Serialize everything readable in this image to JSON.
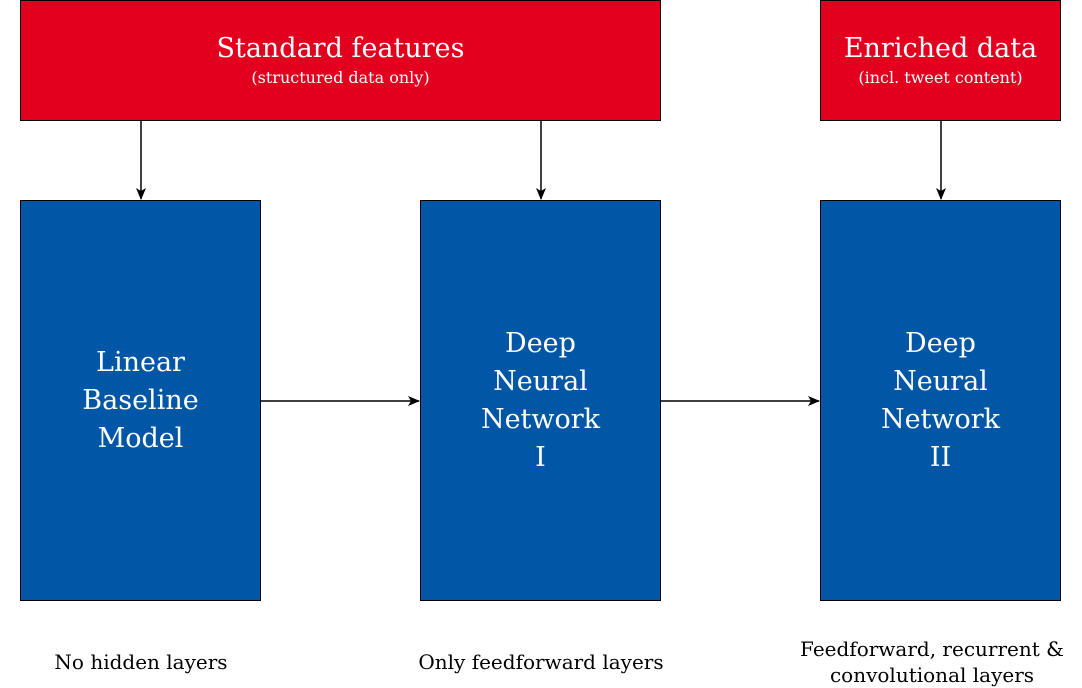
{
  "colors": {
    "source_fill": "#e3001f",
    "model_fill": "#0256a6",
    "text_on_box": "#ffffff",
    "arrow": "#000000"
  },
  "sources": [
    {
      "title": "Standard features",
      "subtitle": "(structured data only)"
    },
    {
      "title": "Enriched data",
      "subtitle": "(incl. tweet content)"
    }
  ],
  "models": [
    {
      "lines": [
        "Linear",
        "Baseline",
        "Model"
      ]
    },
    {
      "lines": [
        "Deep",
        "Neural",
        "Network",
        "I"
      ]
    },
    {
      "lines": [
        "Deep",
        "Neural",
        "Network",
        "II"
      ]
    }
  ],
  "captions": [
    {
      "lines": [
        "No hidden layers"
      ]
    },
    {
      "lines": [
        "Only feedforward layers"
      ]
    },
    {
      "lines": [
        "Feedforward, recurrent &",
        "convolutional layers"
      ]
    }
  ]
}
